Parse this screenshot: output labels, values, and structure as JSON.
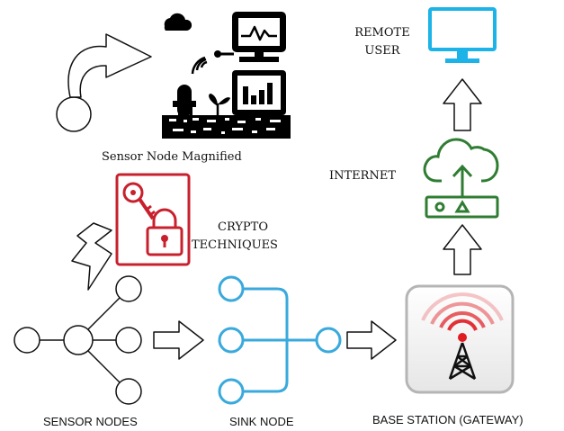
{
  "labels": {
    "sensor_node_magnified": "Sensor Node Magnified",
    "crypto_line1": "CRYPTO",
    "crypto_line2": "TECHNIQUES",
    "sensor_nodes": "SENSOR NODES",
    "sink_node": "SINK NODE",
    "base_station": "BASE STATION (GATEWAY)",
    "internet": "INTERNET",
    "remote_line1": "REMOTE",
    "remote_line2": "USER"
  },
  "colors": {
    "node_stroke": "#111111",
    "sink": "#3aa9dc",
    "crypto": "#c8202c",
    "internet": "#2f7d32",
    "monitor": "#1bb3e8",
    "signal": "#e01b22",
    "sensor_art": "#000000"
  },
  "icons": {
    "key_lock": "key-lock-icon",
    "lightning": "lightning-bolt-icon",
    "cloud_router": "cloud-router-icon",
    "monitor": "monitor-icon",
    "tower": "radio-tower-icon",
    "sensor_illustration": "sensor-station-icon"
  }
}
